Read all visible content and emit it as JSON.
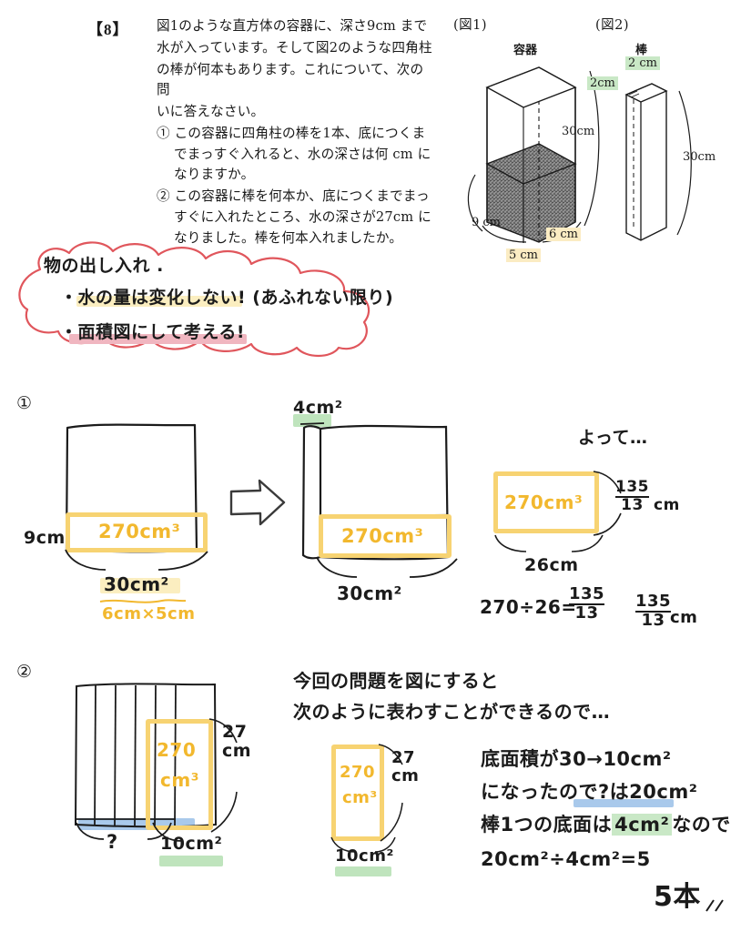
{
  "problem": {
    "number": "【8】",
    "lines": [
      "図1のような直方体の容器に、深さ9cm まで",
      "水が入っています。そして図2のような四角柱",
      "の棒が何本もあります。これについて、次の問",
      "いに答えなさい。"
    ],
    "sub1": "① この容器に四角柱の棒を1本、底につくまでまっすぐ入れると、水の深さは何 cm になりますか。",
    "sub2": "② この容器に棒を何本か、底につくまでまっすぐに入れたところ、水の深さが27cm になりました。棒を何本入れましたか。"
  },
  "figure1": {
    "caption": "(図1)",
    "title": "容器",
    "height_label": "30cm",
    "water_label": "9 cm",
    "depth_label": "6 cm",
    "width_label": "5 cm"
  },
  "figure2": {
    "caption": "(図2)",
    "title": "棒",
    "top_label": "2 cm",
    "side_label": "2cm",
    "height_label": "30cm"
  },
  "cloud_note": {
    "title": "物の出し入れ .",
    "bullet1": "・水の量は変化しない! (あふれない限り)",
    "bullet2": "・面積図にして考える!"
  },
  "section1": {
    "label": "①",
    "diagram_a": {
      "volume": "270cm³",
      "height": "9cm",
      "base_area": "30cm²",
      "base_detail": "6cm×5cm"
    },
    "arrow": "right-arrow",
    "diagram_b": {
      "rod_area": "4cm²",
      "volume": "270cm³",
      "base_area": "30cm²"
    },
    "work": {
      "lead": "よって…",
      "box_volume": "270cm³",
      "box_height": "135 / 13 cm",
      "box_height_num": "135",
      "box_height_den": "13",
      "box_height_unit": "cm",
      "box_width": "26cm",
      "equation_left": "270÷26=",
      "equation_num": "135",
      "equation_den": "13",
      "answer_num": "135",
      "answer_den": "13",
      "answer_unit": "cm"
    }
  },
  "section2": {
    "label": "②",
    "diagram_a": {
      "volume_line1": "270",
      "volume_line2": "cm³",
      "height_line1": "27",
      "height_line2": "cm",
      "base_area": "10cm²",
      "unknown": "?"
    },
    "note_line1": "今回の問題を図にすると",
    "note_line2": "次のように表わすことができるので…",
    "diagram_b": {
      "volume_line1": "270",
      "volume_line2": "cm³",
      "height_line1": "27",
      "height_line2": "cm",
      "base_area": "10cm²"
    },
    "work": {
      "line1": "底面積が30→10cm²",
      "line2": "になったので?は20cm²",
      "line3": "棒1つの底面は",
      "line3_hl": "4cm²",
      "line3_tail": "なので",
      "line4": "20cm²÷4cm²=5",
      "answer": "5本"
    }
  },
  "colors": {
    "red": "#e0565c",
    "yellow_marker": "#f7d372",
    "yellow_text": "#f2b82e",
    "pink_bar": "#f0b6c0",
    "green_bar": "#bfe4bd",
    "blue_bar": "#a9c9eb"
  }
}
